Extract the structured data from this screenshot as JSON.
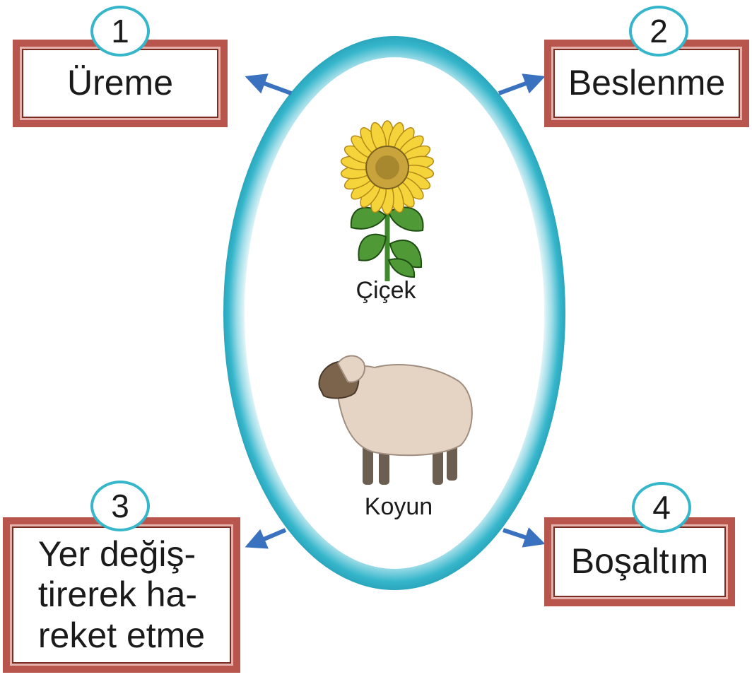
{
  "organisms": [
    {
      "id": "flower",
      "label": "Çiçek",
      "icon": "sunflower-icon"
    },
    {
      "id": "sheep",
      "label": "Koyun",
      "icon": "sheep-icon"
    }
  ],
  "items": [
    {
      "number": "1",
      "label": "Üreme"
    },
    {
      "number": "2",
      "label": "Beslenme"
    },
    {
      "number": "3",
      "label": "Yer değiş-\ntirerek ha-\nreket etme"
    },
    {
      "number": "4",
      "label": "Boşaltım"
    }
  ],
  "colors": {
    "box_border": "#b8564e",
    "ellipse_ring": "#36b6cb",
    "arrow": "#3a72c0"
  }
}
